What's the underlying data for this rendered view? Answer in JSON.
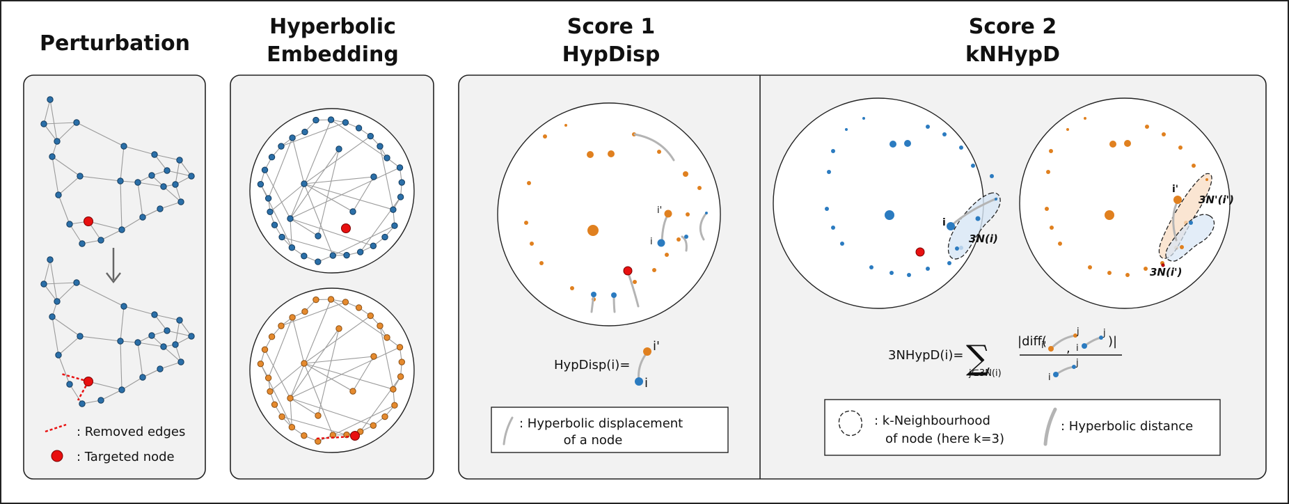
{
  "columns": {
    "perturbation": {
      "title": "Perturbation"
    },
    "embedding": {
      "title_line1": "Hyperbolic",
      "title_line2": "Embedding"
    },
    "score1": {
      "title_line1": "Score 1",
      "title_line2": "HypDisp"
    },
    "score2": {
      "title_line1": "Score 2",
      "title_line2": "kNHypD"
    }
  },
  "legend_perturbation": {
    "removed_edges": ": Removed edges",
    "targeted_node": ": Targeted node"
  },
  "score1": {
    "label_i_prime": "i'",
    "label_i": "i",
    "formula_lhs": "HypDisp(i)=",
    "formula_i_prime": "i'",
    "formula_i": "i",
    "legend_line1": ": Hyperbolic displacement",
    "legend_line2": "of a node"
  },
  "score2": {
    "label_i": "i",
    "label_3ni": "3N(i)",
    "label_i_prime": "i'",
    "label_3nprime": "3N'(i')",
    "label_3ni_prime": "3N(i')",
    "formula_lhs": "3NHypD(i)=",
    "formula_sum": "∑",
    "formula_sub": "j∈3N(i)",
    "formula_num_l": "|diff(",
    "formula_num_r": ")|",
    "formula_comma": ",",
    "formula_ip": "i'",
    "formula_i": "i",
    "formula_j": "j",
    "legend_nb_line1": ": k-Neighbourhood",
    "legend_nb_line2": "of node (here k=3)",
    "legend_dist": ": Hyperbolic distance"
  },
  "colors": {
    "blue": "#2b6fa8",
    "orange": "#e58a2e",
    "red": "#e81010",
    "panel": "#f2f2f2"
  }
}
